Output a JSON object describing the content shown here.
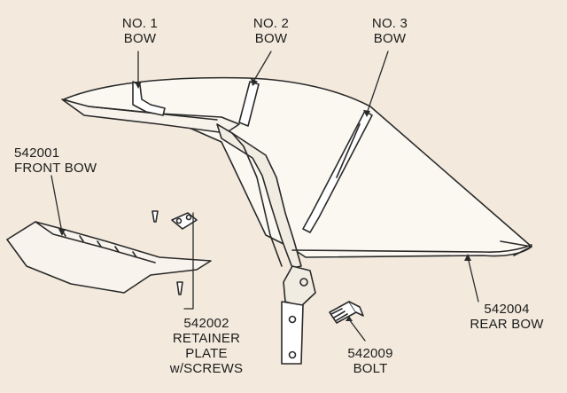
{
  "callouts": {
    "bow1": {
      "line1": "NO. 1",
      "line2": "BOW"
    },
    "bow2": {
      "line1": "NO. 2",
      "line2": "BOW"
    },
    "bow3": {
      "line1": "NO. 3",
      "line2": "BOW"
    },
    "front_bow": {
      "part_number": "542001",
      "name": "FRONT BOW"
    },
    "retainer_plate": {
      "part_number": "542002",
      "line1": "RETAINER",
      "line2": "PLATE",
      "line3": "w/SCREWS"
    },
    "rear_bow": {
      "part_number": "542004",
      "name": "REAR BOW"
    },
    "bolt": {
      "part_number": "542009",
      "name": "BOLT"
    }
  },
  "colors": {
    "background": "#f3eadd",
    "line": "#2a2a2a",
    "fill": "#fbf8f2"
  }
}
